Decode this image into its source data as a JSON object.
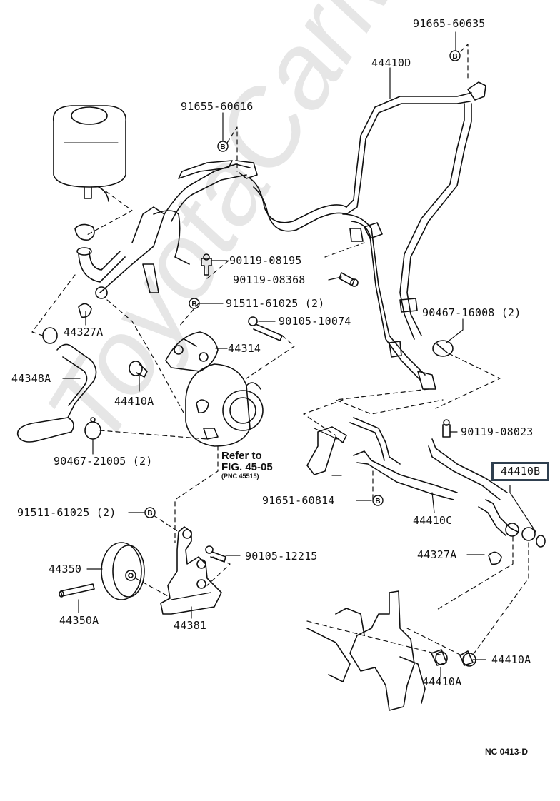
{
  "diagram": {
    "type": "parts-exploded-view",
    "subject": "Power steering reservoir, pump and hoses",
    "watermark": "ToyotaCarMine.ru",
    "figure_code": "NC 0413-D",
    "highlighted_part": "44410B",
    "bolt_marker": "B",
    "reference": {
      "line1": "Refer to",
      "line2": "FIG. 45-05",
      "line3": "(PNC 45515)"
    },
    "labels": {
      "p91665_60635": "91665-60635",
      "p44410D": "44410D",
      "p91655_60616": "91655-60616",
      "p90119_08195": "90119-08195",
      "p90119_08368": "90119-08368",
      "p91511_61025_a": "91511-61025 (2)",
      "p90105_10074": "90105-10074",
      "p90467_16008": "90467-16008 (2)",
      "p44327A_a": "44327A",
      "p44314": "44314",
      "p44348A": "44348A",
      "p44410A_a": "44410A",
      "p90119_08023": "90119-08023",
      "p90467_21005": "90467-21005 (2)",
      "p44410B": "44410B",
      "p91651_60814": "91651-60814",
      "p44410C": "44410C",
      "p91511_61025_b": "91511-61025 (2)",
      "p90105_12215": "90105-12215",
      "p44327A_b": "44327A",
      "p44350": "44350",
      "p44350A": "44350A",
      "p44381": "44381",
      "p44410A_b": "44410A",
      "p44410A_c": "44410A"
    }
  }
}
